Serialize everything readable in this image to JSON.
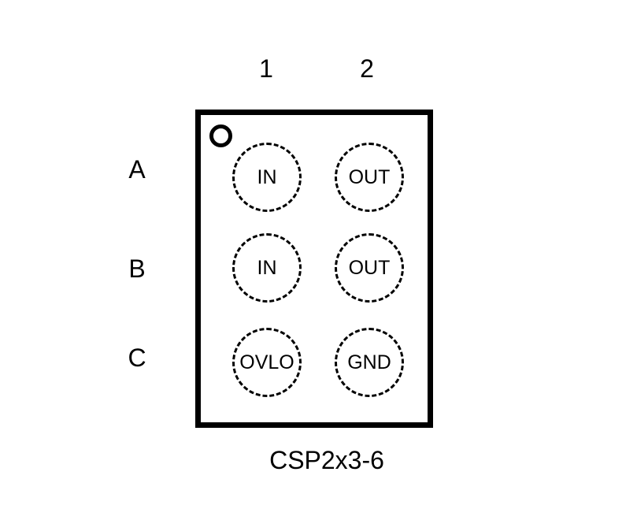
{
  "columns": [
    "1",
    "2"
  ],
  "rows": [
    "A",
    "B",
    "C"
  ],
  "pins": {
    "A1": "IN",
    "A2": "OUT",
    "B1": "IN",
    "B2": "OUT",
    "C1": "OVLO",
    "C2": "GND"
  },
  "package_name": "CSP2x3-6"
}
